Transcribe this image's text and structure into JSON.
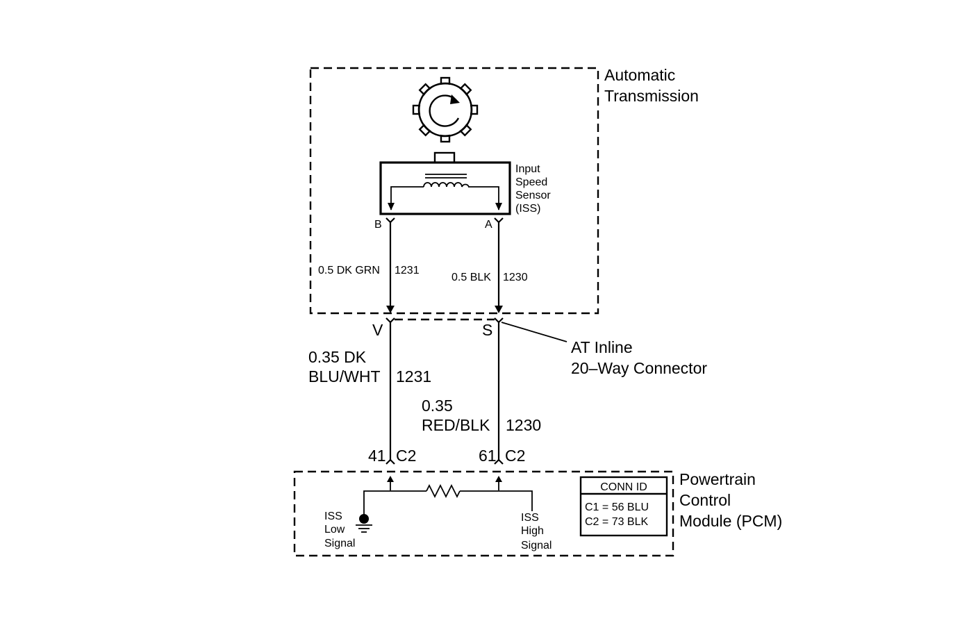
{
  "transmission": {
    "label_line1": "Automatic",
    "label_line2": "Transmission"
  },
  "sensor": {
    "label_line1": "Input",
    "label_line2": "Speed",
    "label_line3": "Sensor",
    "label_line4": "(ISS)",
    "pin_b": "B",
    "pin_a": "A"
  },
  "wires": {
    "upper_left": "0.5 DK GRN",
    "upper_left_circuit": "1231",
    "upper_right": "0.5 BLK",
    "upper_right_circuit": "1230",
    "lower_left_line1": "0.35 DK",
    "lower_left_line2": "BLU/WHT",
    "lower_left_circuit": "1231",
    "lower_right_line1": "0.35",
    "lower_right_line2": "RED/BLK",
    "lower_right_circuit": "1230"
  },
  "inline_connector": {
    "pin_v": "V",
    "pin_s": "S",
    "label_line1": "AT Inline",
    "label_line2": "20–Way Connector"
  },
  "pcm_pins": {
    "left_pin": "41",
    "left_conn": "C2",
    "right_pin": "61",
    "right_conn": "C2"
  },
  "pcm": {
    "label_line1": "Powertrain",
    "label_line2": "Control",
    "label_line3": "Module (PCM)",
    "low_line1": "ISS",
    "low_line2": "Low",
    "low_line3": "Signal",
    "high_line1": "ISS",
    "high_line2": "High",
    "high_line3": "Signal"
  },
  "conn_id": {
    "title": "CONN ID",
    "row1": "C1 = 56 BLU",
    "row2": "C2 = 73 BLK"
  }
}
